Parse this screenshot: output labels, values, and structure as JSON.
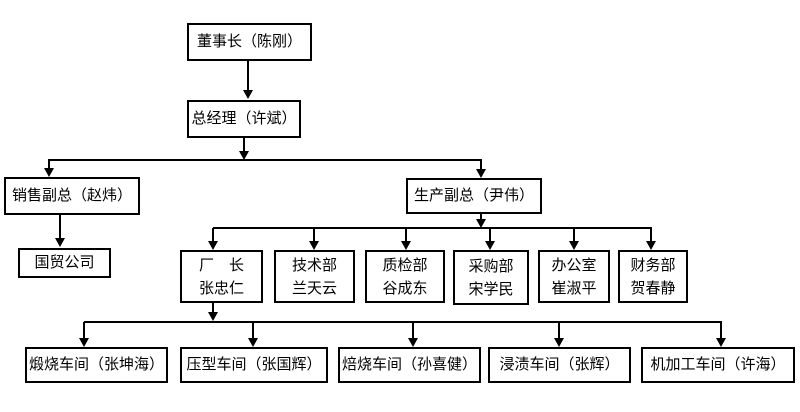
{
  "diagram": {
    "type": "org-chart",
    "title": "",
    "colors": {
      "background": "#ffffff",
      "box_border": "#000000",
      "line": "#000000",
      "text": "#000000"
    },
    "nodes": {
      "chairman": {
        "label": "董事长（陈刚）"
      },
      "general_manager": {
        "label": "总经理（许斌）"
      },
      "sales_vp": {
        "label": "销售副总（赵炜）"
      },
      "intl_trade": {
        "label": "国贸公司"
      },
      "production_vp": {
        "label": "生产副总（尹伟）"
      },
      "factory_director": {
        "line1": "厂　长",
        "line2": "张忠仁"
      },
      "tech_dept": {
        "line1": "技术部",
        "line2": "兰天云"
      },
      "qc_dept": {
        "line1": "质检部",
        "line2": "谷成东"
      },
      "purchasing_dept": {
        "line1": "采购部",
        "line2": "宋学民"
      },
      "office": {
        "line1": "办公室",
        "line2": "崔淑平"
      },
      "finance_dept": {
        "line1": "财务部",
        "line2": "贺春静"
      },
      "calcination_ws": {
        "label": "煅烧车间（张坤海）"
      },
      "pressing_ws": {
        "label": "压型车间（张国辉）"
      },
      "roasting_ws": {
        "label": "焙烧车间（孙喜健）"
      },
      "impregnation_ws": {
        "label": "浸渍车间（张辉）"
      },
      "machining_ws": {
        "label": "机加工车间（许海）"
      }
    },
    "edges": [
      {
        "from": "chairman",
        "to": "general_manager"
      },
      {
        "from": "general_manager",
        "to": "sales_vp"
      },
      {
        "from": "general_manager",
        "to": "production_vp"
      },
      {
        "from": "sales_vp",
        "to": "intl_trade"
      },
      {
        "from": "production_vp",
        "to": "factory_director"
      },
      {
        "from": "production_vp",
        "to": "tech_dept"
      },
      {
        "from": "production_vp",
        "to": "qc_dept"
      },
      {
        "from": "production_vp",
        "to": "purchasing_dept"
      },
      {
        "from": "production_vp",
        "to": "office"
      },
      {
        "from": "production_vp",
        "to": "finance_dept"
      },
      {
        "from": "factory_director",
        "to": "calcination_ws"
      },
      {
        "from": "factory_director",
        "to": "pressing_ws"
      },
      {
        "from": "factory_director",
        "to": "roasting_ws"
      },
      {
        "from": "factory_director",
        "to": "impregnation_ws"
      },
      {
        "from": "factory_director",
        "to": "machining_ws"
      }
    ]
  }
}
